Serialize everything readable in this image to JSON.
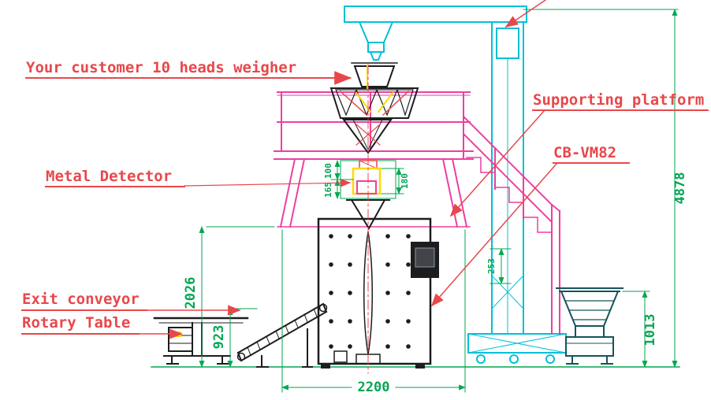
{
  "labels": {
    "heads_weigher": "Your customer 10 heads weigher",
    "supporting_platform": "Supporting platform",
    "model": "CB-VM82",
    "metal_detector": "Metal Detector",
    "exit_conveyor": "Exit conveyor",
    "rotary_table": "Rotary Table"
  },
  "dims": {
    "d100": "100",
    "d165": "165",
    "d180": "180",
    "d253": "253",
    "d923": "923",
    "d1013": "1013",
    "d2026": "2026",
    "d2200": "2200",
    "d4878": "4878"
  },
  "colors": {
    "label_red": "#e8474b",
    "dim_green": "#00a651",
    "platform_magenta": "#ee3fa0",
    "elevator_cyan": "#00c0d8",
    "machine_dark": "#1d1d1f",
    "accent_yellow": "#ffd900",
    "feeder_teal": "#15545a"
  }
}
